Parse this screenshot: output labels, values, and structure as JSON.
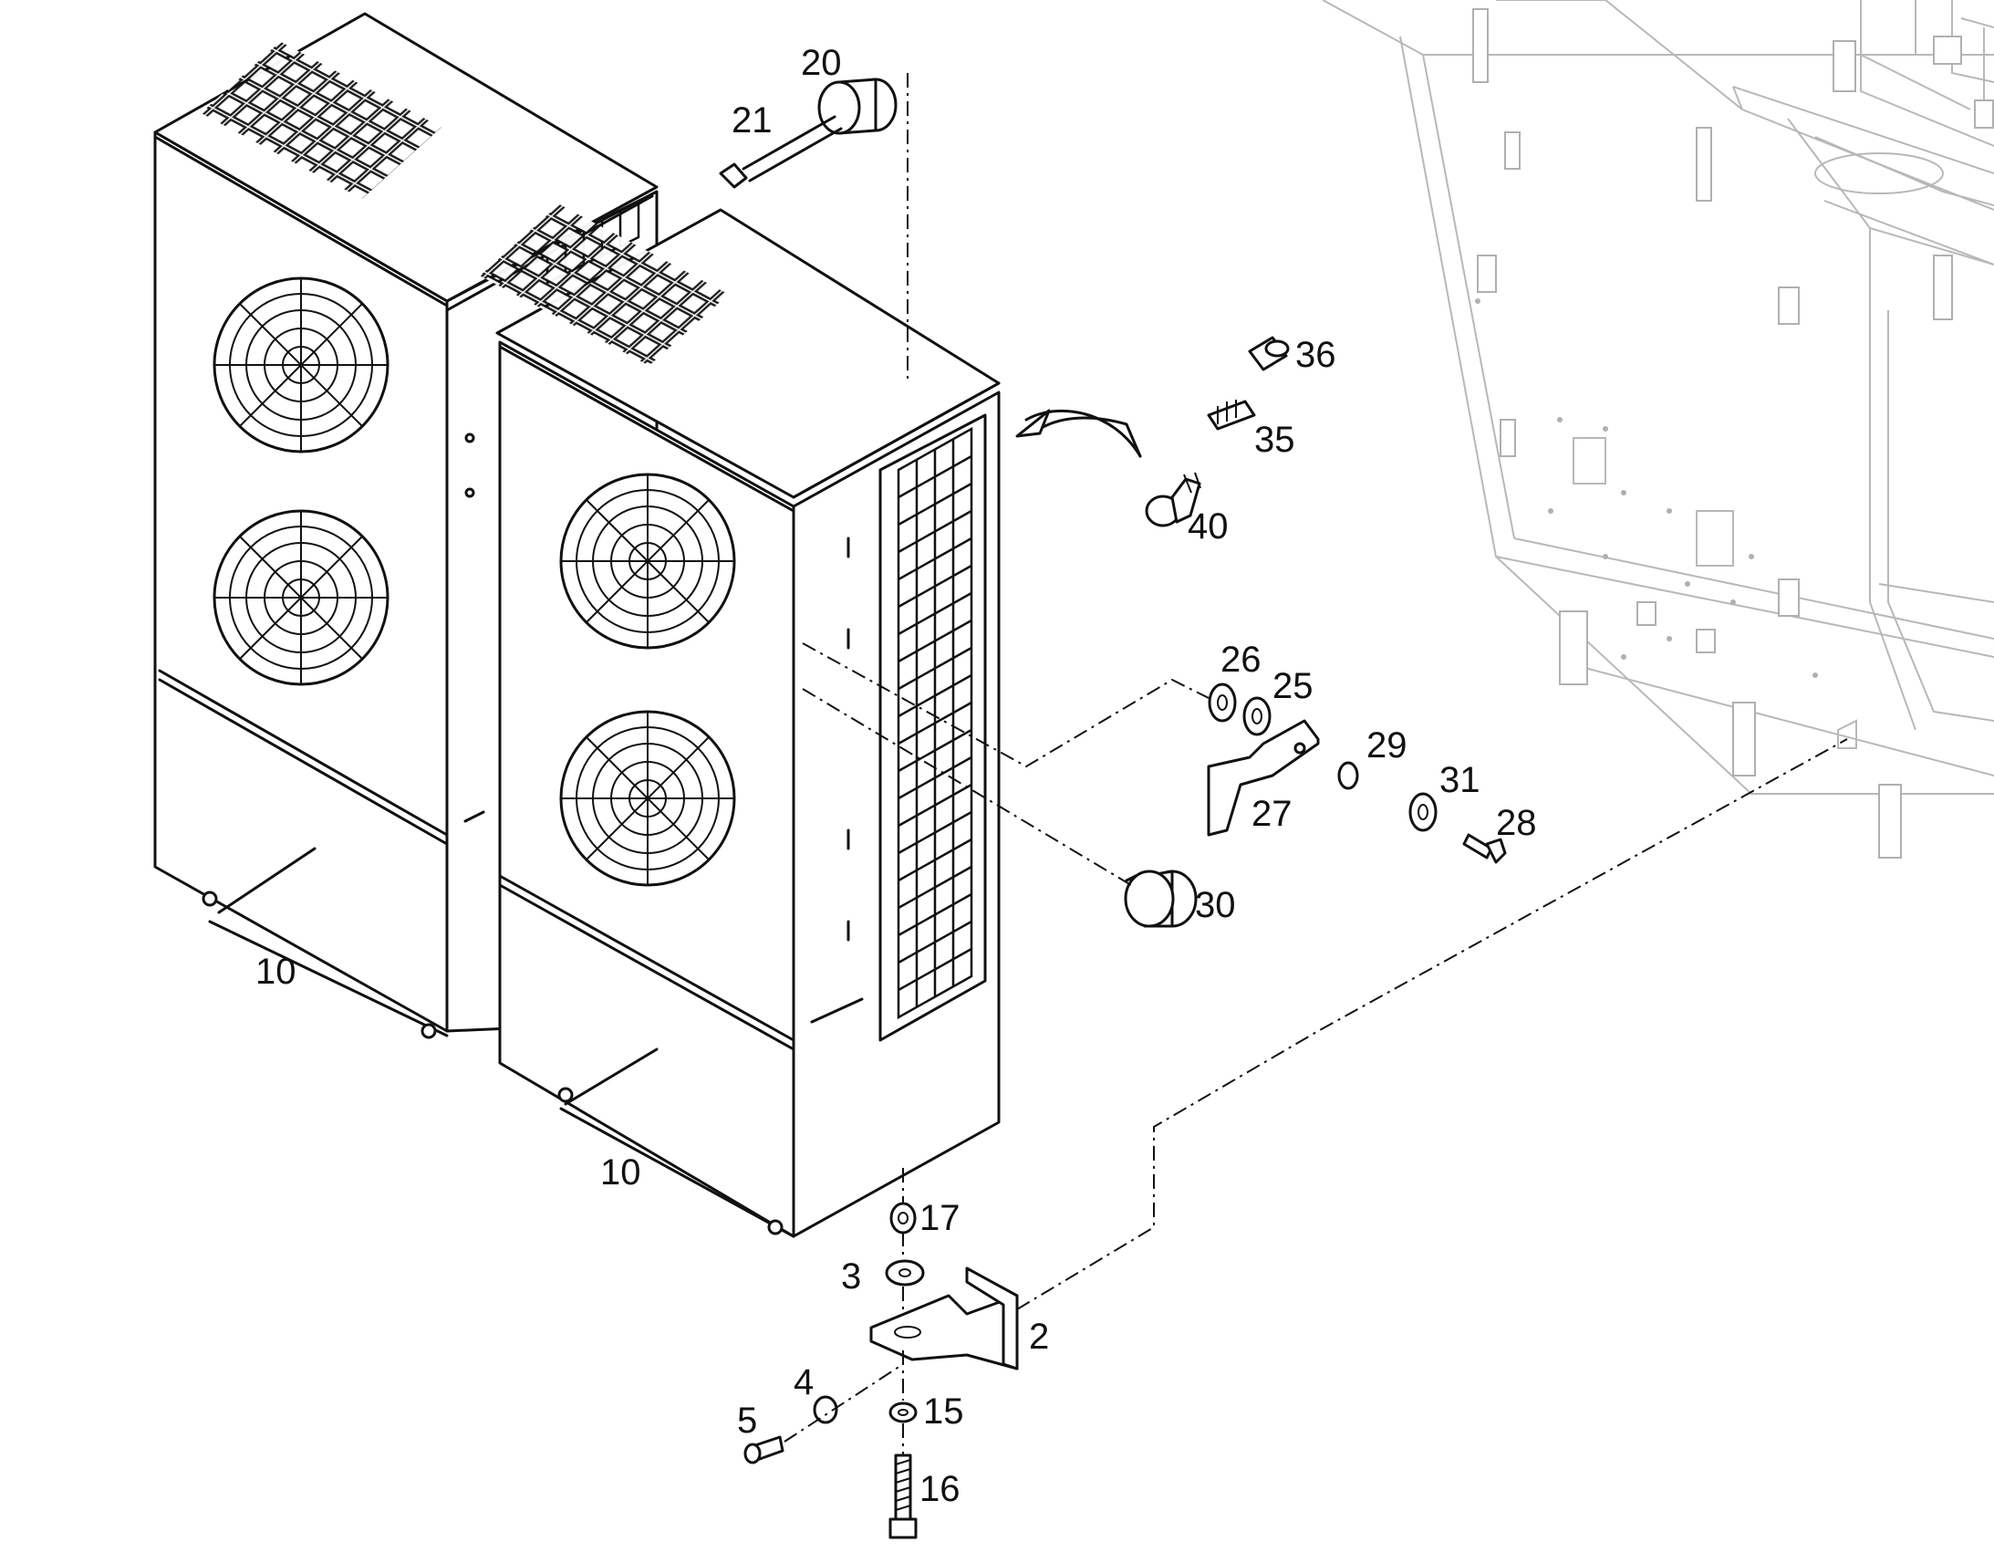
{
  "callouts": [
    "20",
    "21",
    "36",
    "35",
    "40",
    "26",
    "25",
    "29",
    "31",
    "28",
    "27",
    "30",
    "10",
    "10",
    "17",
    "3",
    "2",
    "4",
    "5",
    "15",
    "16"
  ]
}
